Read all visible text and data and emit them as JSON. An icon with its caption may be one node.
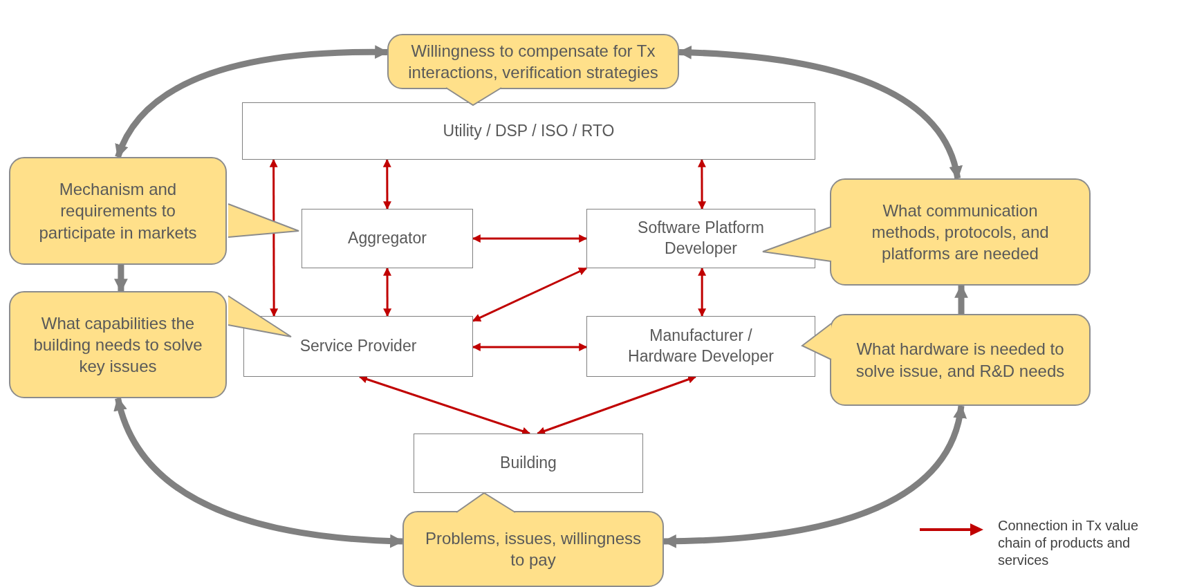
{
  "diagram": {
    "nodes": [
      {
        "text": [
          "Utility / DSP / ISO / RTO"
        ]
      },
      {
        "text": [
          "Aggregator"
        ]
      },
      {
        "text": [
          "Software Platform Developer"
        ]
      },
      {
        "text": [
          "Service Provider"
        ]
      },
      {
        "text": [
          "Manufacturer / Hardware Developer"
        ]
      },
      {
        "text": [
          "Building"
        ]
      },
      {
        "text": [
          "Willingness to compensate for Tx interactions, verification strategies"
        ]
      },
      {
        "text": [
          "Mechanism and requirements to participate in markets"
        ]
      },
      {
        "text": [
          "What capabilities the building needs to solve key issues"
        ]
      },
      {
        "text": [
          "What communication methods, protocols, and platforms are needed"
        ]
      },
      {
        "text": [
          "What hardware is needed to solve issue, and R&D needs"
        ]
      },
      {
        "text": [
          "Problems, issues, willingness to pay"
        ]
      }
    ],
    "edges": [
      {
        "from": 0,
        "to": 1,
        "arrow": "both"
      },
      {
        "from": 0,
        "to": 2,
        "arrow": "both"
      },
      {
        "from": 0,
        "to": 3,
        "arrow": "both"
      },
      {
        "from": 1,
        "to": 2,
        "arrow": "both"
      },
      {
        "from": 1,
        "to": 3,
        "arrow": "both"
      },
      {
        "from": 2,
        "to": 3,
        "arrow": "both"
      },
      {
        "from": 2,
        "to": 4,
        "arrow": "both"
      },
      {
        "from": 3,
        "to": 4,
        "arrow": "both"
      },
      {
        "from": 3,
        "to": 5,
        "arrow": "both"
      },
      {
        "from": 4,
        "to": 5,
        "arrow": "both"
      },
      {
        "from": 6,
        "to": 7,
        "arrow": "both",
        "style": "thick",
        "color": "#808080"
      },
      {
        "from": 6,
        "to": 9,
        "arrow": "both",
        "style": "thick",
        "color": "#808080"
      },
      {
        "from": 7,
        "to": 8,
        "arrow": "to",
        "style": "thick",
        "color": "#808080"
      },
      {
        "from": 10,
        "to": 9,
        "arrow": "to",
        "style": "thick",
        "color": "#808080"
      },
      {
        "from": 8,
        "to": 11,
        "arrow": "both",
        "style": "thick",
        "color": "#808080"
      },
      {
        "from": 10,
        "to": 11,
        "arrow": "both",
        "style": "thick",
        "color": "#808080"
      }
    ],
    "legend": [
      {
        "text": "Connection in Tx value chain of products and services"
      }
    ]
  }
}
